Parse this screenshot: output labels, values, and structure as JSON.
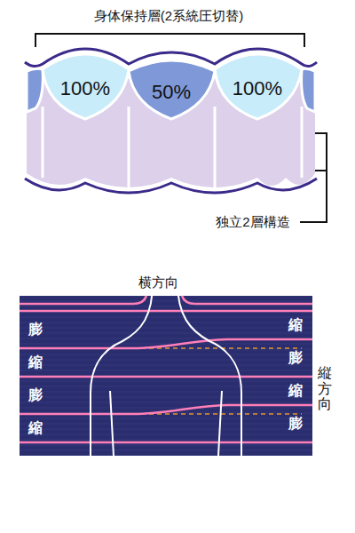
{
  "diagram": {
    "nodes": [
      {
        "text": [
          "100%"
        ]
      },
      {
        "text": [
          "50%"
        ]
      },
      {
        "text": [
          "100%"
        ]
      }
    ],
    "labels": [
      "身体保持層(2系統圧切替)",
      "独立2層構造",
      "横方向",
      "縦方向",
      "膨",
      "縮",
      "膨",
      "縮",
      "縮",
      "膨",
      "縮",
      "膨"
    ]
  }
}
